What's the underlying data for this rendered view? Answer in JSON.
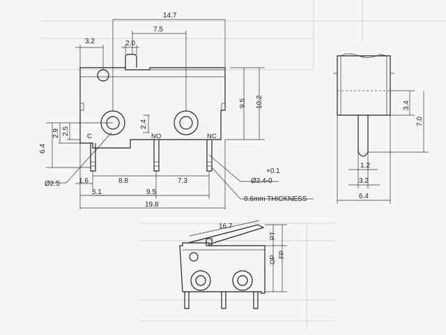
{
  "front_view": {
    "dims": {
      "overall_length": "14.7",
      "half_length": "7.5",
      "actuator_width": "2.0",
      "left_offset": "3.2",
      "height_inner": "9.5",
      "height_overall": "10.2",
      "pin_row_offset": "2.9",
      "hole_height": "2.5",
      "total_height": "6.4",
      "hole_spacing": "2.4",
      "pin_left": "1.6",
      "pin_c_no": "8.8",
      "pin_no_nc": "7.3",
      "dim_51": "5.1",
      "dim_95": "9.5",
      "body_length": "19.8"
    },
    "labels": {
      "common": "C",
      "normally_open": "NO",
      "normally_closed": "NC",
      "mount_hole": "Ø2.5",
      "pin_hole_tol_plus": "+0.1",
      "pin_hole": "Ø2.4-0",
      "thickness": "0.6mm THICKNESS"
    }
  },
  "side_view": {
    "dims": {
      "pin_len": "3.4",
      "pin_total": "7.0",
      "pin_width": "1.2",
      "pin_pos": "3.2",
      "width": "6.4"
    }
  },
  "bottom_view": {
    "dims": {
      "lever_length": "16.7"
    },
    "labels": {
      "pt": "PT",
      "op": "OP",
      "fp": "FP"
    }
  }
}
